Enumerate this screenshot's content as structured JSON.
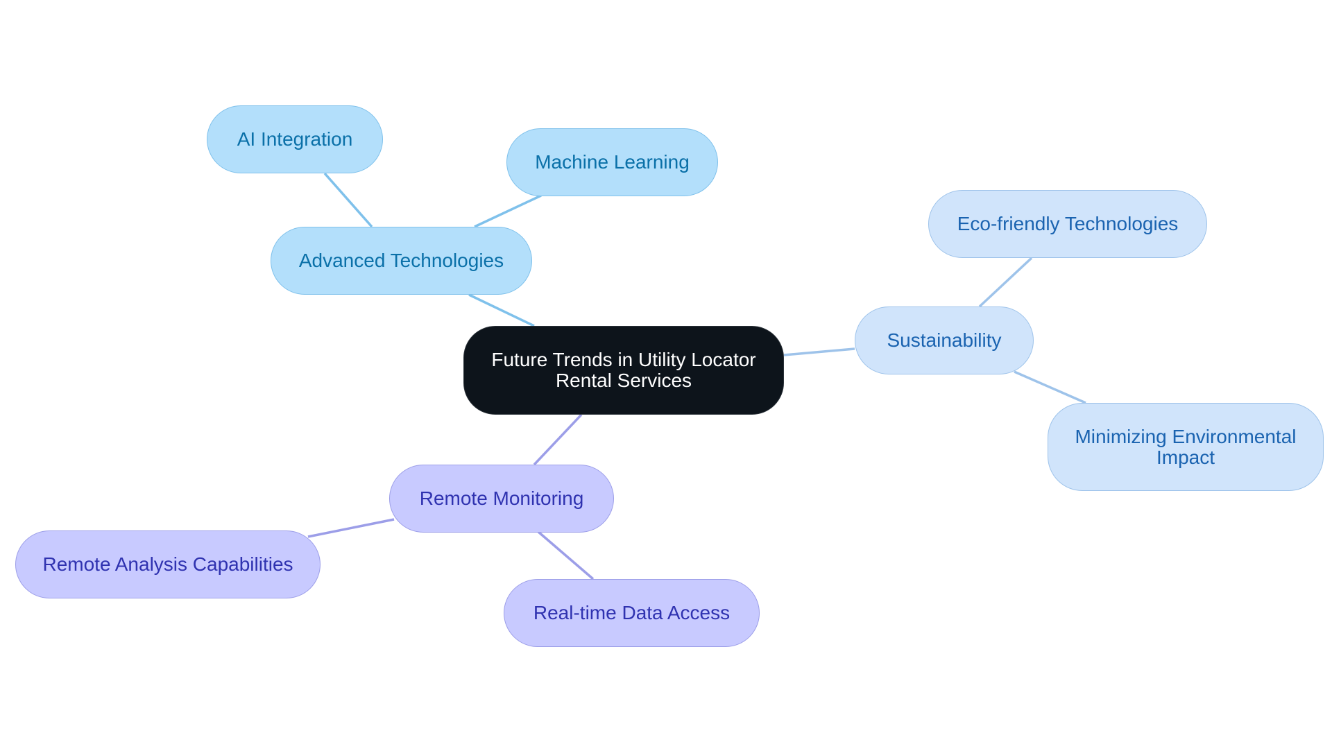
{
  "diagram": {
    "type": "mind-map",
    "root": {
      "label_line1": "Future Trends in Utility Locator",
      "label_line2": "Rental Services"
    },
    "branches": {
      "advanced_technologies": {
        "label": "Advanced Technologies",
        "children": [
          "AI Integration",
          "Machine Learning"
        ]
      },
      "sustainability": {
        "label": "Sustainability",
        "children": [
          "Eco-friendly Technologies",
          "Minimizing Environmental Impact"
        ]
      },
      "remote_monitoring": {
        "label": "Remote Monitoring",
        "children": [
          "Remote Analysis Capabilities",
          "Real-time Data Access"
        ]
      }
    },
    "colors": {
      "root_fill": "#0d141b",
      "tech_fill": "#b3dffb",
      "tech_edge": "#7fc1eb",
      "sust_fill": "#d0e4fb",
      "sust_edge": "#9ec3ea",
      "remote_fill": "#c8caff",
      "remote_edge": "#9c9ee8"
    }
  }
}
